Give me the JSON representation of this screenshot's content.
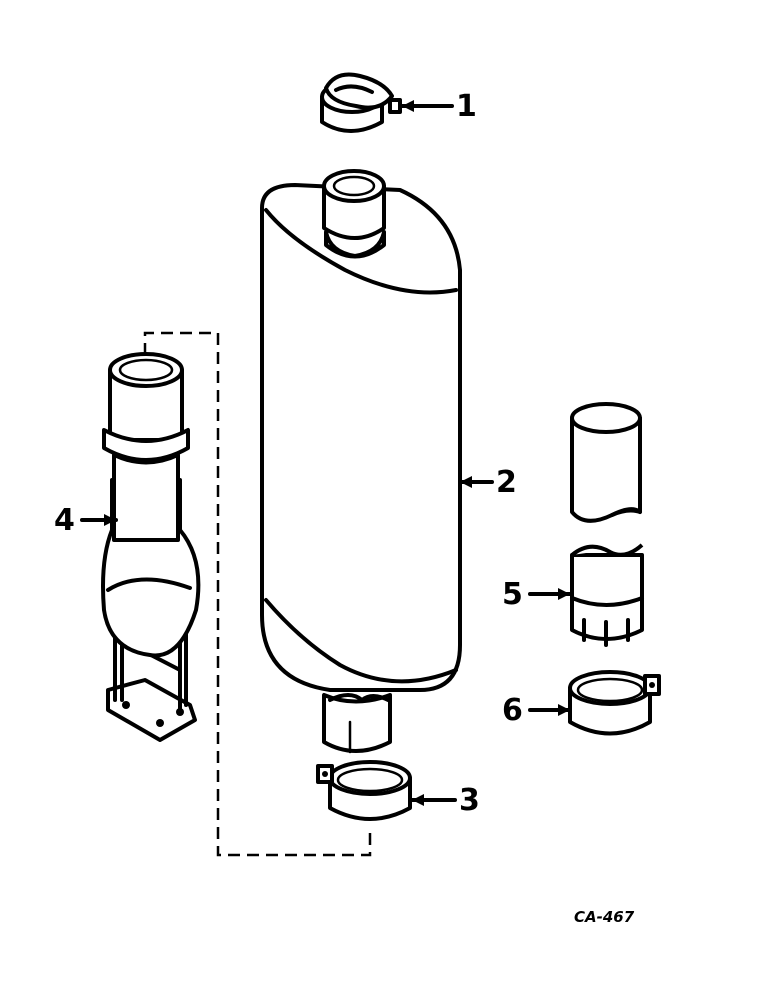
{
  "callouts": {
    "part_1": "1",
    "part_2": "2",
    "part_3": "3",
    "part_4": "4",
    "part_5": "5",
    "part_6": "6"
  },
  "drawing_id": "CA-467"
}
